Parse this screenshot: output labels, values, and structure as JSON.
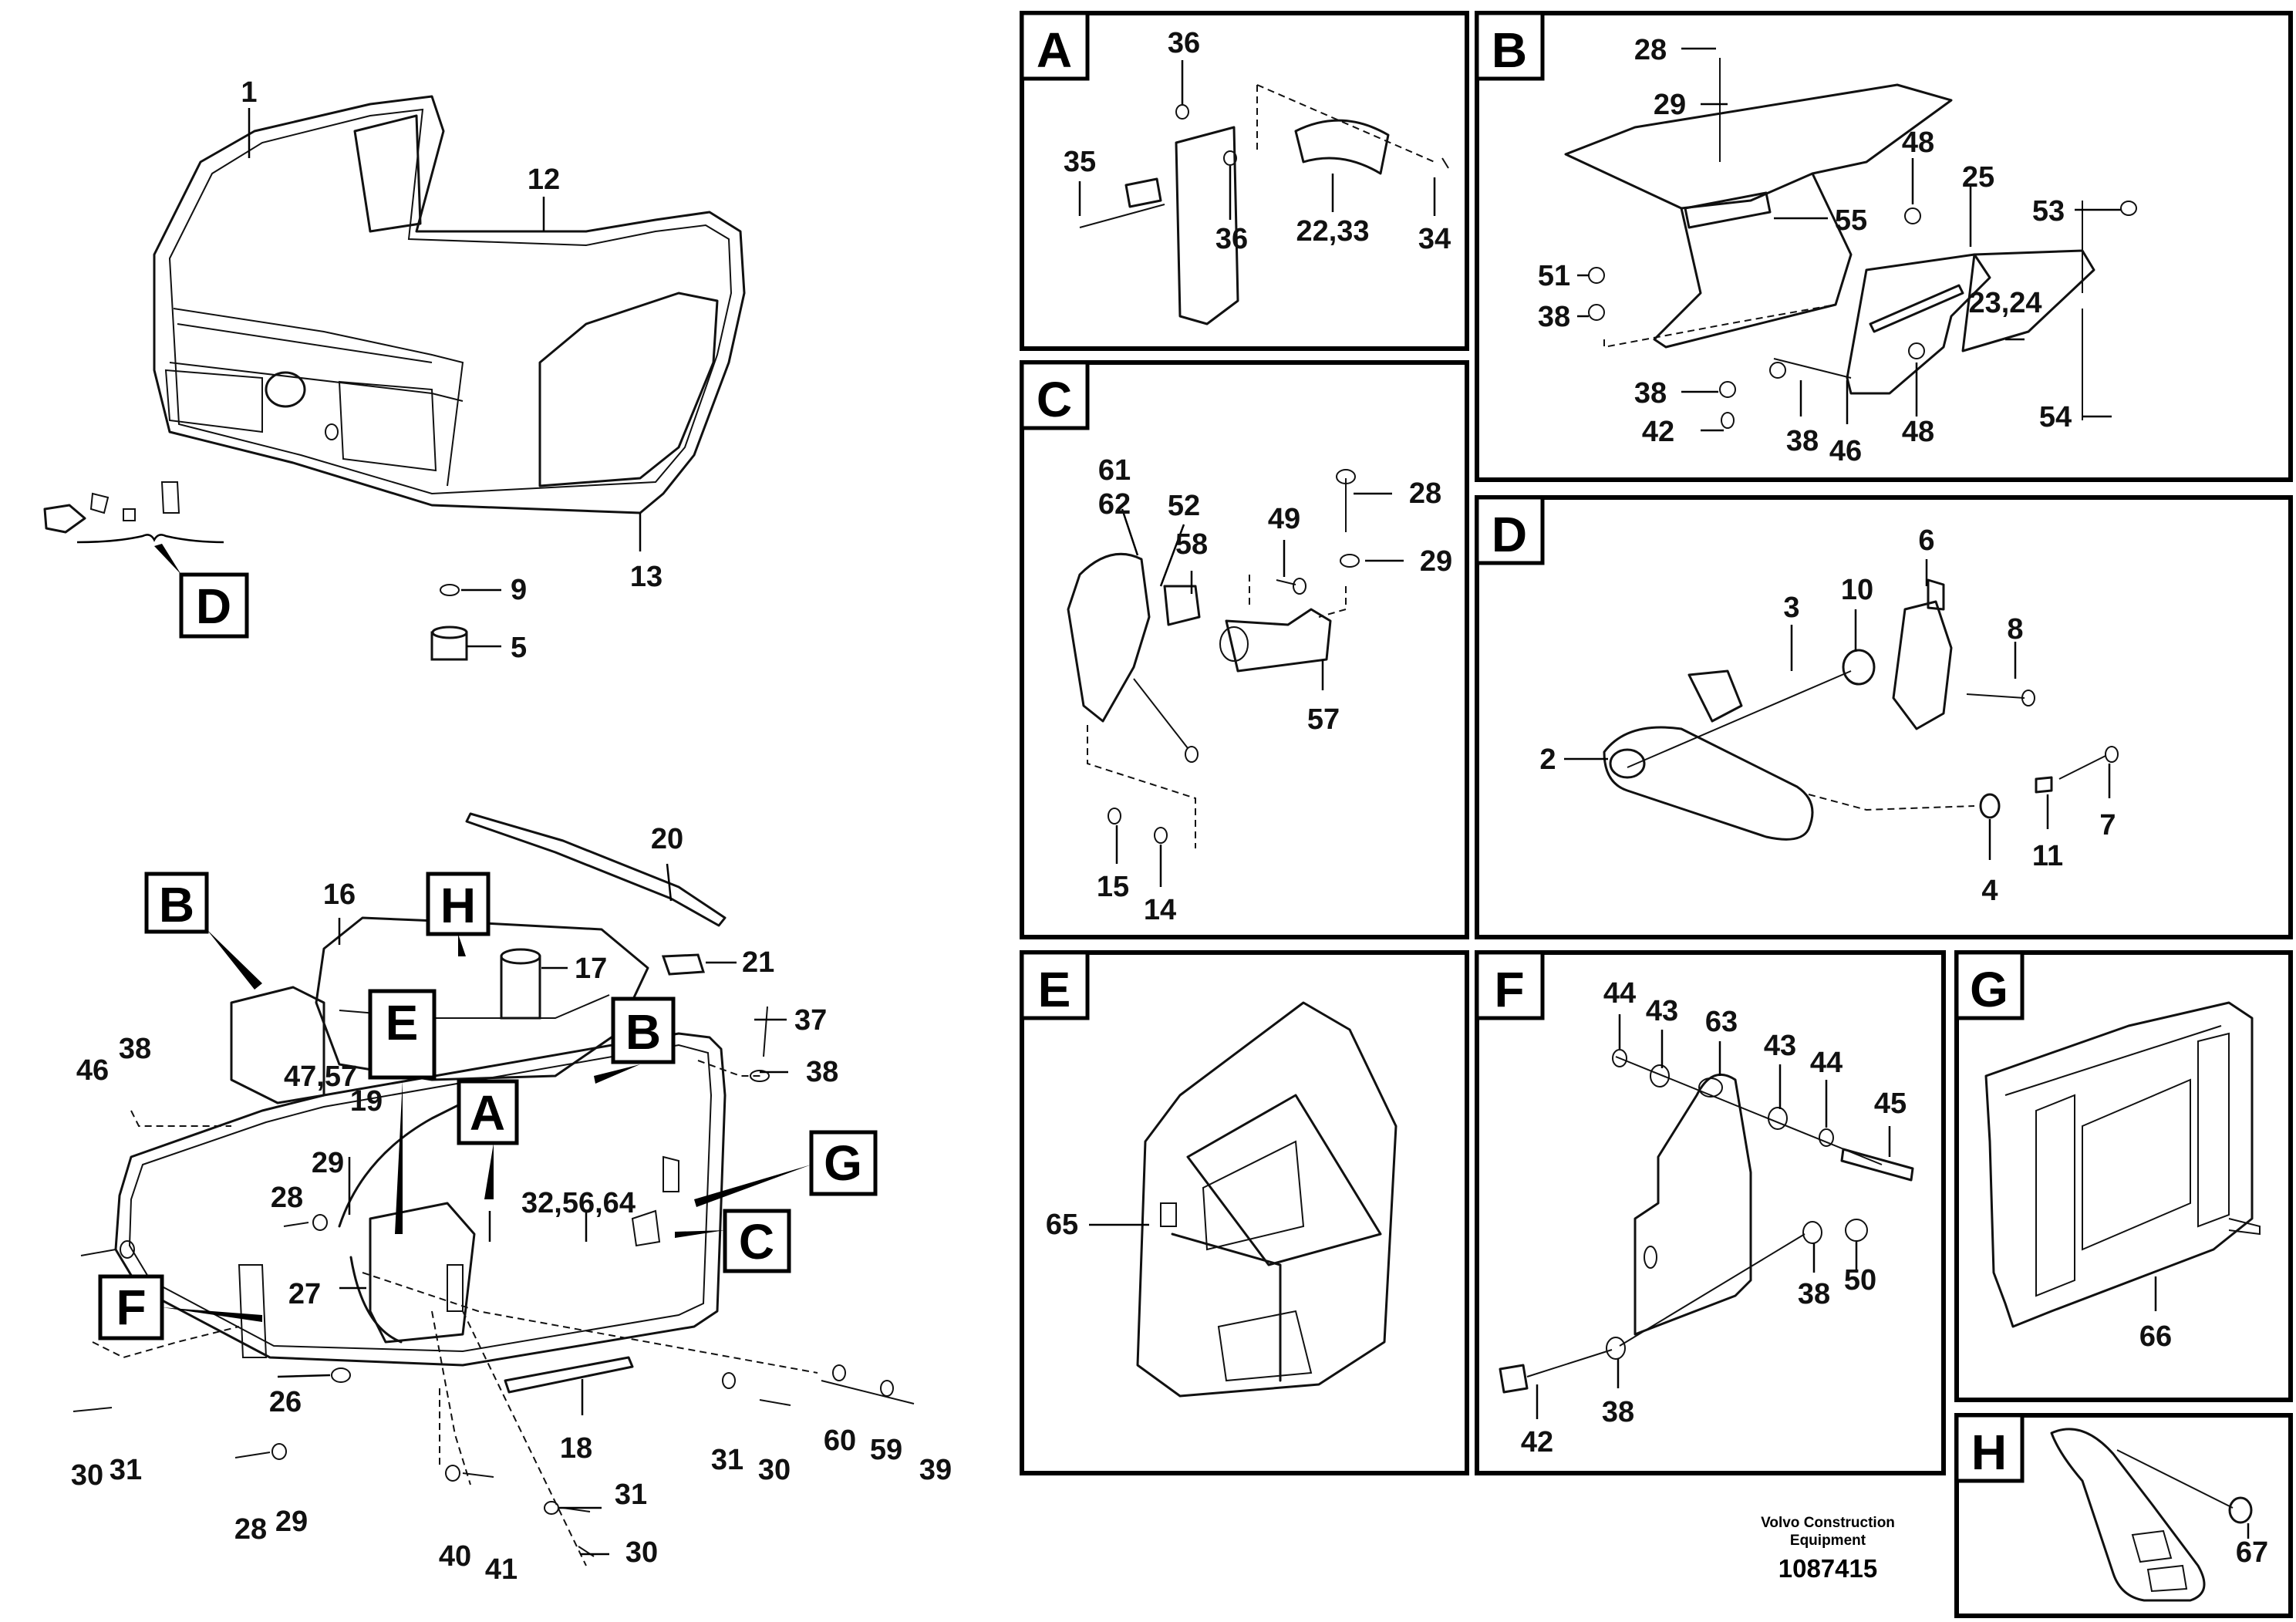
{
  "diagram": {
    "main_callouts": [
      "1",
      "12",
      "13",
      "9",
      "5",
      "20",
      "16",
      "17",
      "21",
      "37",
      "38",
      "46",
      "38",
      "47,57",
      "19",
      "29",
      "28",
      "27",
      "26",
      "32,56,64",
      "30",
      "31",
      "28",
      "29",
      "18",
      "31",
      "30",
      "60",
      "59",
      "39",
      "31",
      "30",
      "40",
      "41"
    ],
    "main_tags": [
      "D",
      "B",
      "H",
      "E",
      "B",
      "A",
      "G",
      "C",
      "F"
    ],
    "detail_panels": {
      "A": {
        "label": "A",
        "callouts": [
          "36",
          "35",
          "36",
          "22,33",
          "34"
        ]
      },
      "B": {
        "label": "B",
        "callouts": [
          "28",
          "29",
          "48",
          "25",
          "55",
          "53",
          "51",
          "38",
          "23,24",
          "38",
          "42",
          "38",
          "46",
          "48",
          "54"
        ]
      },
      "C": {
        "label": "C",
        "callouts": [
          "61",
          "62",
          "52",
          "58",
          "49",
          "28",
          "29",
          "57",
          "15",
          "14"
        ]
      },
      "D": {
        "label": "D",
        "callouts": [
          "3",
          "10",
          "6",
          "8",
          "2",
          "7",
          "11",
          "4"
        ]
      },
      "E": {
        "label": "E",
        "callouts": [
          "65"
        ]
      },
      "F": {
        "label": "F",
        "callouts": [
          "44",
          "43",
          "63",
          "43",
          "44",
          "45",
          "38",
          "50",
          "42",
          "38"
        ]
      },
      "G": {
        "label": "G",
        "callouts": [
          "66"
        ]
      },
      "H": {
        "label": "H",
        "callouts": [
          "67"
        ]
      }
    },
    "footer": {
      "company_line1": "Volvo Construction",
      "company_line2": "Equipment",
      "doc_number": "1087415"
    }
  }
}
